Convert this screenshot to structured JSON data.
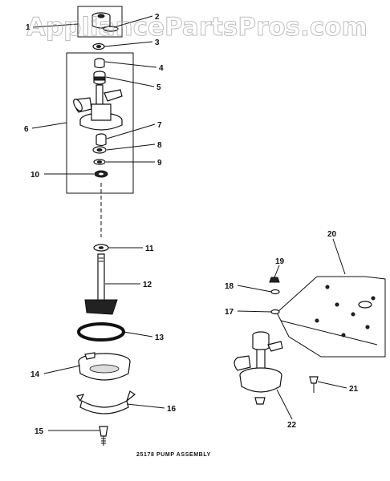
{
  "watermark": "AppliancePartsPros.com",
  "caption": "25178 PUMP ASSEMBLY",
  "callouts": [
    "1",
    "2",
    "3",
    "4",
    "5",
    "6",
    "7",
    "8",
    "9",
    "10",
    "11",
    "12",
    "13",
    "14",
    "15",
    "16",
    "17",
    "18",
    "19",
    "20",
    "21",
    "22"
  ]
}
